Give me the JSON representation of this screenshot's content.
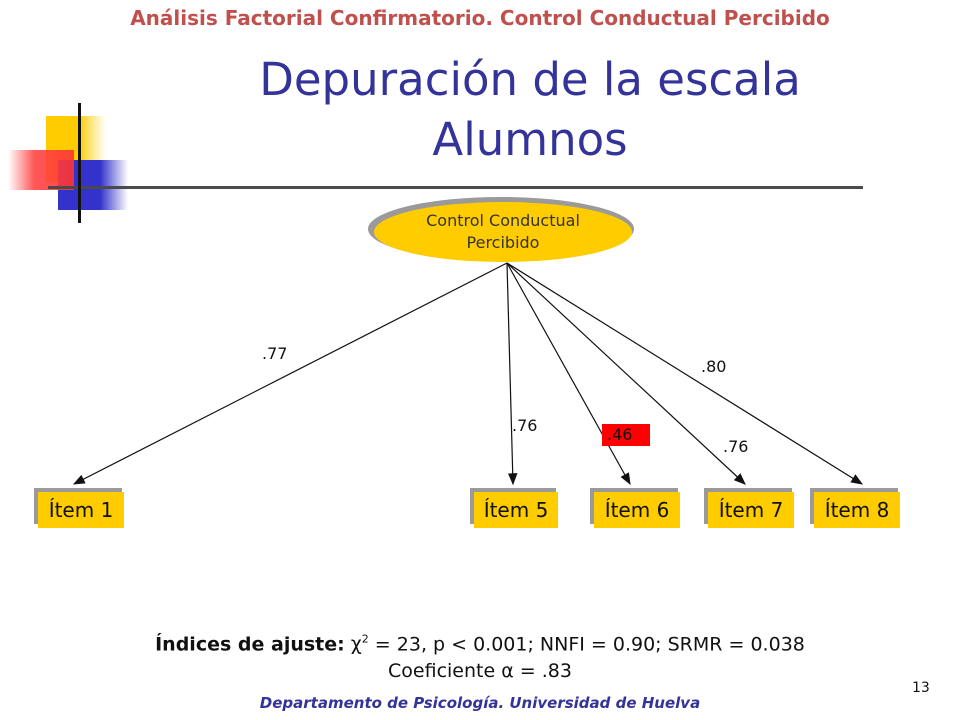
{
  "header": "Análisis Factorial Confirmatorio. Control Conductual Percibido",
  "title_line1": "Depuración de la escala",
  "title_line2": "Alumnos",
  "factor": {
    "line1": "Control Conductual",
    "line2": "Percibido"
  },
  "items": [
    {
      "label": "Ítem 1",
      "loading": ".77",
      "flagged": false
    },
    {
      "label": "Ítem 5",
      "loading": ".76",
      "flagged": false
    },
    {
      "label": "Ítem 6",
      "loading": ".46",
      "flagged": true
    },
    {
      "label": "Ítem 7",
      "loading": ".76",
      "flagged": false
    },
    {
      "label": "Ítem 8",
      "loading": ".80",
      "flagged": false
    }
  ],
  "fit": {
    "label": "Índices de ajuste:",
    "chi_symbol": "χ",
    "chi_exp": "2",
    "rest": " = 23, p < 0.001; NNFI = 0.90; SRMR = 0.038",
    "alpha_prefix": "Coeficiente ",
    "alpha_symbol": "α",
    "alpha_value": " = .83"
  },
  "footer": "Departamento de Psicología. Universidad de Huelva",
  "page_number": "13",
  "colors": {
    "accent_yellow": "#ffcc00",
    "title_blue": "#333399",
    "header_red": "#c0504d",
    "flag_red": "#ff0000"
  }
}
